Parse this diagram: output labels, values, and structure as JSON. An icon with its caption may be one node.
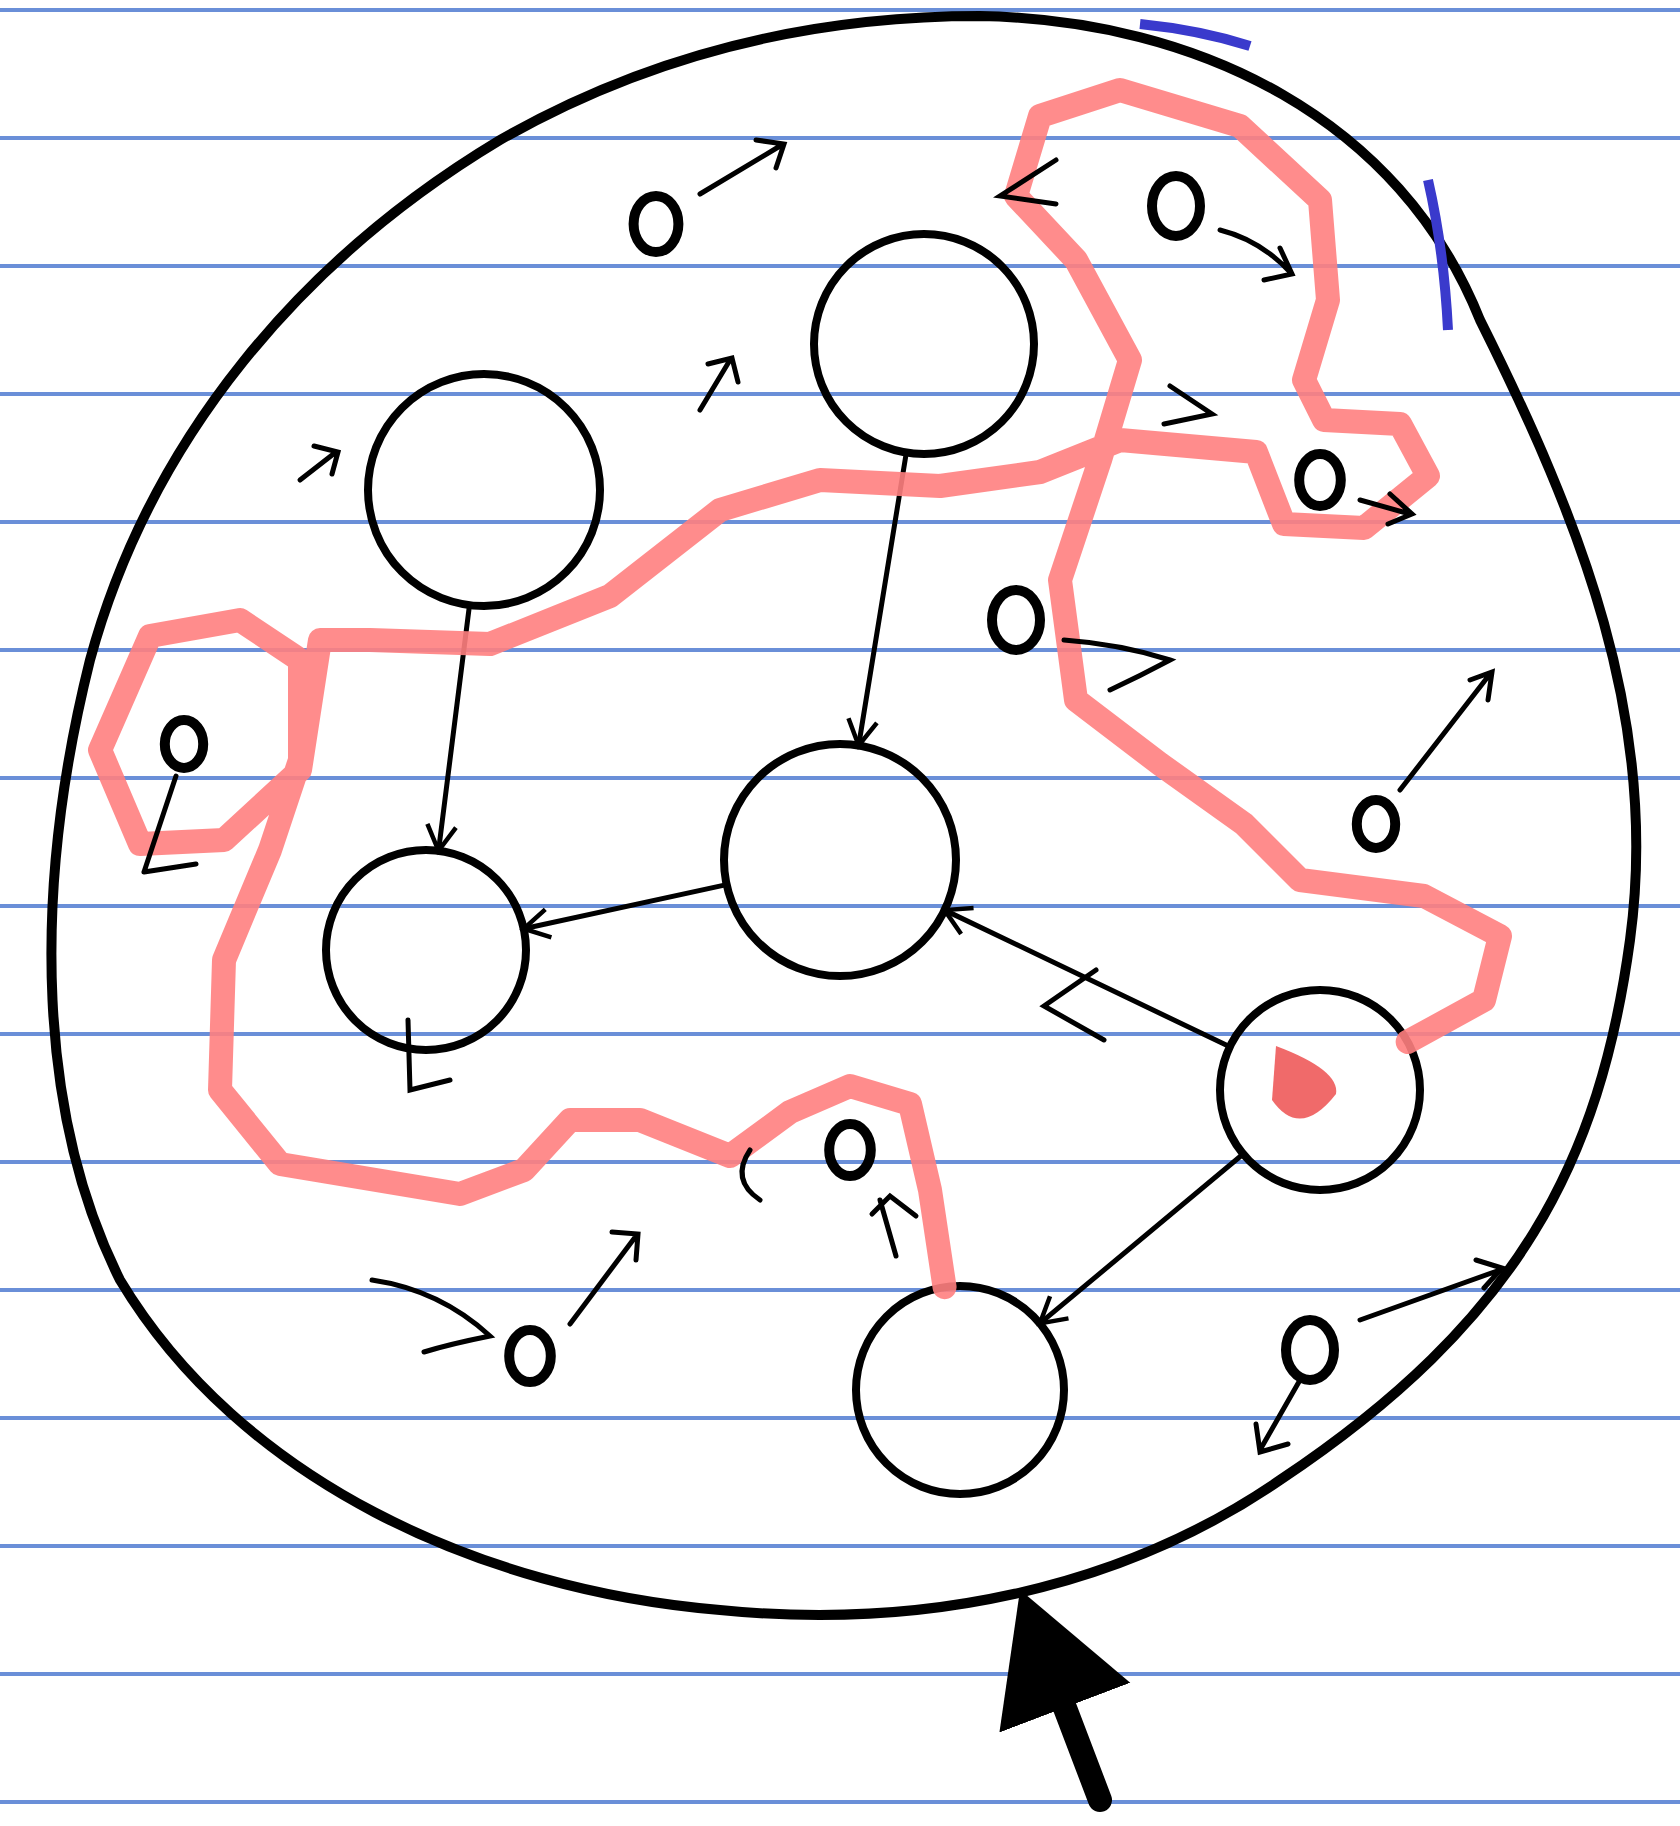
{
  "diagram": {
    "nodes": [
      {
        "text": [],
        "shape": "circle"
      },
      {
        "text": [],
        "shape": "circle",
        "in": 0
      },
      {
        "text": [],
        "shape": "circle",
        "in": 0
      },
      {
        "text": [],
        "shape": "circle",
        "in": 0
      },
      {
        "text": [],
        "shape": "circle",
        "in": 0
      },
      {
        "text": [],
        "shape": "circle",
        "in": 0
      },
      {
        "text": [],
        "shape": "circle",
        "in": 0
      },
      {
        "text": [],
        "shape": "circle",
        "in": 0
      },
      {
        "text": [],
        "shape": "circle",
        "in": 0
      },
      {
        "text": [],
        "shape": "circle",
        "in": 0
      },
      {
        "text": [],
        "shape": "circle",
        "in": 0
      },
      {
        "text": [],
        "shape": "circle",
        "in": 0
      },
      {
        "text": [],
        "shape": "circle",
        "in": 0
      },
      {
        "text": [],
        "shape": "circle",
        "in": 0
      },
      {
        "text": [],
        "shape": "circle",
        "in": 0
      },
      {
        "text": [],
        "shape": "circle",
        "in": 0
      }
    ],
    "edges": [
      {
        "from": null,
        "to": 0,
        "arrow": "to",
        "style": "thick"
      },
      {
        "from": 1,
        "to": 3,
        "arrow": "to"
      },
      {
        "from": 2,
        "to": 4,
        "arrow": "to"
      },
      {
        "from": 3,
        "to": 4,
        "arrow": "to"
      },
      {
        "from": 5,
        "to": 3,
        "arrow": "to"
      },
      {
        "from": 5,
        "to": 6,
        "arrow": "to"
      },
      {
        "from": 6,
        "to": 5,
        "arrow": "none",
        "style": "thick",
        "color": "#ff8080"
      }
    ]
  }
}
